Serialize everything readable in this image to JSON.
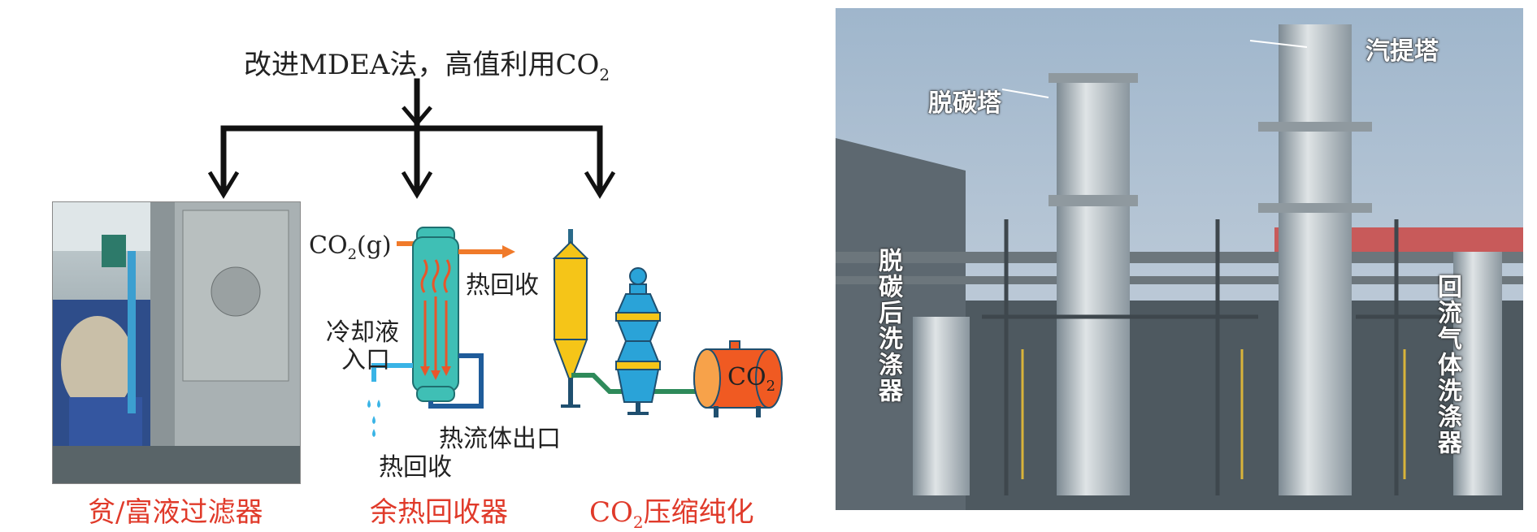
{
  "title": {
    "main": "改进MDEA法，高值利用CO",
    "sub": "2"
  },
  "flow_labels": {
    "co2_gas_prefix": "CO",
    "co2_gas_sub": "2",
    "co2_gas_suffix": "(g)",
    "heat_recovery_top": "热回收",
    "coolant_inlet_line1": "冷却液",
    "coolant_inlet_line2": "入口",
    "hot_fluid_outlet": "热流体出口",
    "heat_recovery_bottom": "热回收",
    "tank_label_prefix": "CO",
    "tank_label_sub": "2"
  },
  "captions": {
    "filter": "贫/富液过滤器",
    "heat_recovery_unit": "余热回收器",
    "co2_prefix": "CO",
    "co2_sub": "2",
    "co2_suffix": "压缩纯化"
  },
  "photo_labels": {
    "decarb_tower": "脱碳塔",
    "stripper": "汽提塔",
    "post_decarb_washer": "脱碳后洗涤器",
    "reflux_gas_washer": "回流气体洗涤器"
  },
  "colors": {
    "caption_red": "#e03a2a",
    "exchanger_teal": "#3fbfb5",
    "arrow_orange": "#f07a2a",
    "vessel_yellow": "#f5c518",
    "column_blue": "#2aa3d8",
    "tank_orange": "#f05a22"
  }
}
